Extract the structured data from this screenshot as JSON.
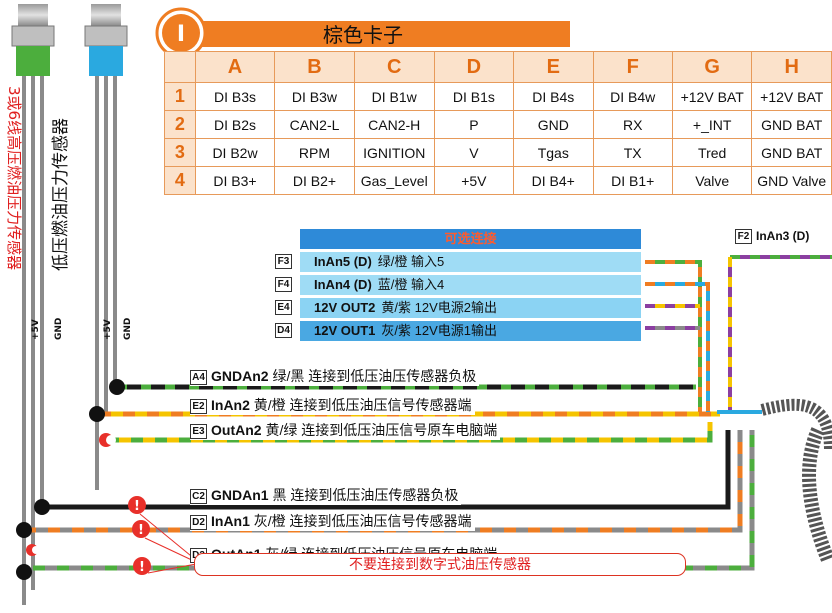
{
  "header": {
    "number": "I",
    "title": "棕色卡子"
  },
  "table": {
    "columns": [
      "A",
      "B",
      "C",
      "D",
      "E",
      "F",
      "G",
      "H"
    ],
    "rows": [
      {
        "num": "1",
        "cells": [
          "DI B3s",
          "DI B3w",
          "DI B1w",
          "DI B1s",
          "DI B4s",
          "DI B4w",
          "+12V BAT",
          "+12V BAT"
        ]
      },
      {
        "num": "2",
        "cells": [
          "DI B2s",
          "CAN2-L",
          "CAN2-H",
          "P",
          "GND",
          "RX",
          "+_INT",
          "GND BAT"
        ]
      },
      {
        "num": "3",
        "cells": [
          "DI B2w",
          "RPM",
          "IGNITION",
          "V",
          "Tgas",
          "TX",
          "Tred",
          "GND BAT"
        ]
      },
      {
        "num": "4",
        "cells": [
          "DI B3+",
          "DI B2+",
          "Gas_Level",
          "+5V",
          "DI B4+",
          "DI B1+",
          "Valve",
          "GND Valve"
        ]
      }
    ]
  },
  "sensors": {
    "high_pressure_label": "3或6线高压燃油压力传感器",
    "low_pressure_label": "低压燃油压力传感器",
    "pin_5v": "+5V",
    "pin_gnd": "GND"
  },
  "optional": {
    "title": "可选连接",
    "rows": [
      {
        "badge": "F3",
        "code": "InAn5 (D)",
        "desc": "绿/橙 输入5"
      },
      {
        "badge": "F4",
        "code": "InAn4 (D)",
        "desc": "蓝/橙 输入4"
      },
      {
        "badge": "E4",
        "code": "12V OUT2",
        "desc": "黄/紫 12V电源2输出"
      },
      {
        "badge": "D4",
        "code": "12V OUT1",
        "desc": "灰/紫 12V电源1输出"
      }
    ]
  },
  "f2": {
    "badge": "F2",
    "code": "InAn3 (D)"
  },
  "wires": [
    {
      "badge": "A4",
      "code": "GNDAn2",
      "desc": "绿/黑 连接到低压油压传感器负极"
    },
    {
      "badge": "E2",
      "code": "InAn2",
      "desc": "黄/橙 连接到低压油压信号传感器端"
    },
    {
      "badge": "E3",
      "code": "OutAn2",
      "desc": "黄/绿 连接到低压油压信号原车电脑端"
    },
    {
      "badge": "C2",
      "code": "GNDAn1",
      "desc": "黑 连接到低压油压传感器负极"
    },
    {
      "badge": "D2",
      "code": "InAn1",
      "desc": "灰/橙 连接到低压油压信号传感器端"
    },
    {
      "badge": "D3",
      "code": "OutAn1",
      "desc": "灰/绿 连接到低压油压信号原车电脑端"
    }
  ],
  "warning": "不要连接到数字式油压传感器",
  "colors": {
    "orange": "#ef7d22",
    "green": "#4cae3d",
    "yellow": "#f5c400",
    "gray": "#8a8a8a",
    "purple": "#8b3fa1",
    "blue": "#2aa9e0",
    "red": "#e8302a",
    "black": "#1a1a1a"
  }
}
